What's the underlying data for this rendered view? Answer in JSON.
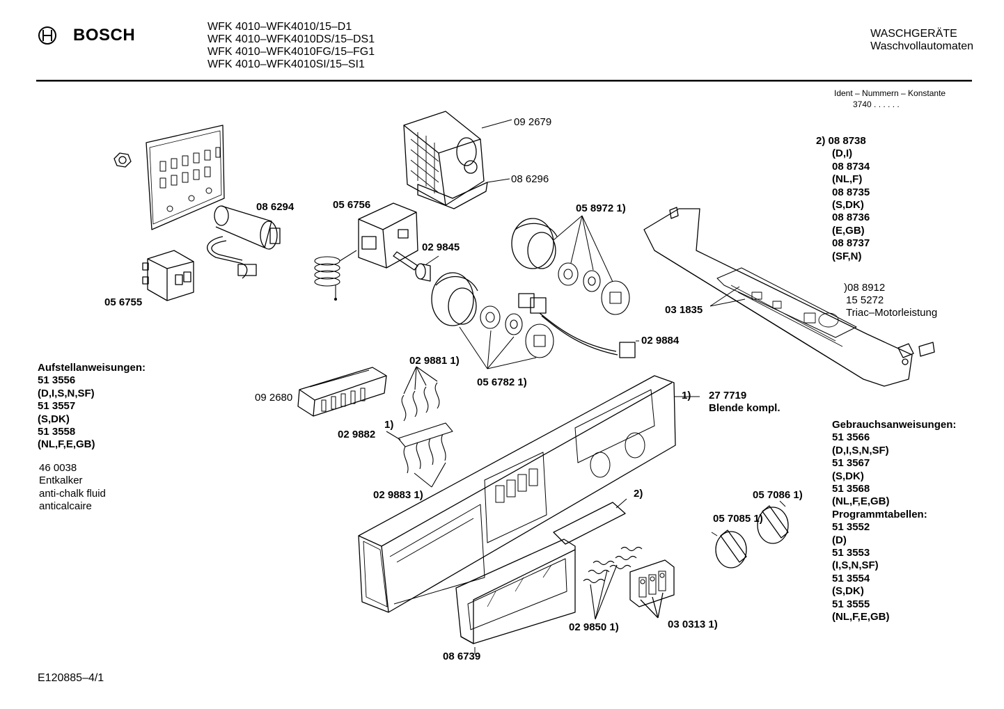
{
  "header": {
    "brand": "BOSCH",
    "models": [
      "WFK 4010–WFK4010/15–D1",
      "WFK 4010–WFK4010DS/15–DS1",
      "WFK 4010–WFK4010FG/15–FG1",
      "WFK 4010–WFK4010SI/15–SI1"
    ],
    "category": "WASCHGERÄTE",
    "subcategory": "Waschvollautomaten"
  },
  "ident": {
    "label": "Ident – Nummern – Konstante",
    "value": "3740 . .   . . . ."
  },
  "parts": {
    "p092679": "09 2679",
    "p086296": "08 6296",
    "p086294": "08 6294",
    "p056756": "05 6756",
    "p029845": "02 9845",
    "p058972": "05 8972  1)",
    "p056755": "05 6755",
    "p031835": "03 1835",
    "p029884": "02 9884",
    "p029881": "02 9881  1)",
    "p056782": "05 6782  1)",
    "p092680": "09 2680",
    "p029882_note": "1)",
    "p029882": "02 9882",
    "p029883": "02 9883  1)",
    "p277719_note": "1)",
    "p277719": "27 7719",
    "p277719_desc": "Blende kompl.",
    "p2_note": "2)",
    "p057086": "05 7086  1)",
    "p057085": "05 7085  1)",
    "p029850": "02 9850  1)",
    "p030313": "03 0313  1)",
    "p086739": "08 6739",
    "p088912": ")08 8912",
    "p155272": "15 5272",
    "triac": "Triac–Motorleistung"
  },
  "variants": [
    "2)  08 8738",
    "(D,I)",
    "08 8734",
    "(NL,F)",
    "08 8735",
    "(S,DK)",
    "08 8736",
    "(E,GB)",
    "08 8737",
    "(SF,N)"
  ],
  "aufstellung": {
    "title": "Aufstellanweisungen:",
    "lines": [
      "51 3556",
      "(D,I,S,N,SF)",
      "51 3557",
      "(S,DK)",
      "51 3558",
      "(NL,F,E,GB)"
    ]
  },
  "entkalker": {
    "lines": [
      "46 0038",
      "Entkalker",
      "anti-chalk fluid",
      "anticalcaire"
    ]
  },
  "gebrauch": {
    "title": "Gebrauchsanweisungen:",
    "lines": [
      "51 3566",
      "(D,I,S,N,SF)",
      "51 3567",
      "(S,DK)",
      "51 3568",
      "(NL,F,E,GB)"
    ]
  },
  "programm": {
    "title": "Programmtabellen:",
    "lines": [
      "51 3552",
      "(D)",
      "51 3553",
      "(I,S,N,SF)",
      "51 3554",
      "(S,DK)",
      "51 3555",
      "(NL,F,E,GB)"
    ]
  },
  "footer": {
    "code": "E120885–4/1"
  }
}
